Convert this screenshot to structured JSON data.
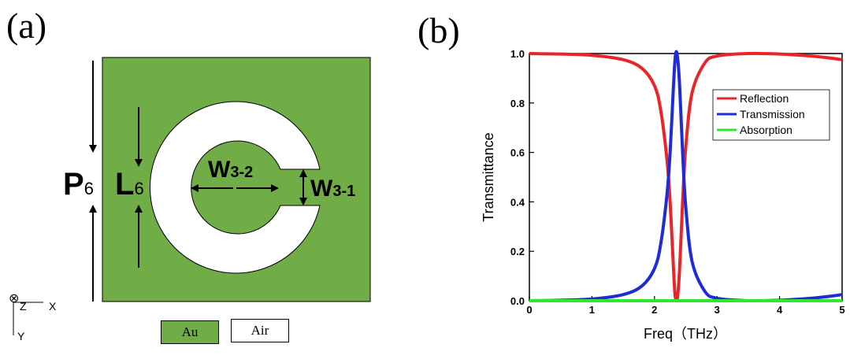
{
  "panel_a": {
    "label": "(a)",
    "symbols": {
      "p": "P",
      "p_sub": "6",
      "l": "L",
      "l_sub": "6",
      "w32": "W",
      "w32_sub": "3-2",
      "w31": "W",
      "w31_sub": "3-1"
    },
    "axes_glyph": {
      "origin": "⊗",
      "z": "Z",
      "x": "X",
      "y": "Y"
    },
    "material_legend": [
      {
        "label": "Au",
        "color": "#70ad47"
      },
      {
        "label": "Air",
        "color": "#ffffff"
      }
    ],
    "colors": {
      "metal": "#70ad47",
      "air": "#ffffff"
    }
  },
  "panel_b": {
    "label": "(b)"
  },
  "chart_data": {
    "type": "line",
    "title": "",
    "xlabel": "Freq（THz）",
    "ylabel": "Transmittance",
    "xlim": [
      0,
      5
    ],
    "ylim": [
      0,
      1.0
    ],
    "xticks": [
      "0",
      "1",
      "2",
      "3",
      "4",
      "5"
    ],
    "yticks": [
      "0.0",
      "0.2",
      "0.4",
      "0.6",
      "0.8",
      "1.0"
    ],
    "grid": false,
    "legend_position": "top-right",
    "x": [
      0,
      0.5,
      1.0,
      1.5,
      1.8,
      2.0,
      2.1,
      2.2,
      2.25,
      2.3,
      2.33,
      2.36,
      2.4,
      2.45,
      2.5,
      2.6,
      2.8,
      3.0,
      3.5,
      4.0,
      4.5,
      4.8,
      5.0
    ],
    "series": [
      {
        "name": "Reflection",
        "color": "#e8262a",
        "values": [
          1.0,
          0.998,
          0.993,
          0.975,
          0.94,
          0.87,
          0.77,
          0.57,
          0.4,
          0.15,
          0.02,
          0.0,
          0.12,
          0.4,
          0.62,
          0.84,
          0.96,
          0.99,
          1.0,
          0.998,
          0.99,
          0.982,
          0.975
        ]
      },
      {
        "name": "Transmission",
        "color": "#1f2ad8",
        "values": [
          0.0,
          0.002,
          0.007,
          0.025,
          0.06,
          0.13,
          0.23,
          0.43,
          0.6,
          0.85,
          0.98,
          1.0,
          0.88,
          0.6,
          0.38,
          0.16,
          0.04,
          0.01,
          0.0,
          0.002,
          0.01,
          0.018,
          0.025
        ]
      },
      {
        "name": "Absorption",
        "color": "#2ee82e",
        "values": [
          0.0,
          0.0,
          0.0,
          0.0,
          0.0,
          0.0,
          0.0,
          0.0,
          0.0,
          0.0,
          0.0,
          0.0,
          0.0,
          0.0,
          0.0,
          0.0,
          0.0,
          0.0,
          0.0,
          0.0,
          0.0,
          0.0,
          0.0
        ]
      }
    ]
  }
}
